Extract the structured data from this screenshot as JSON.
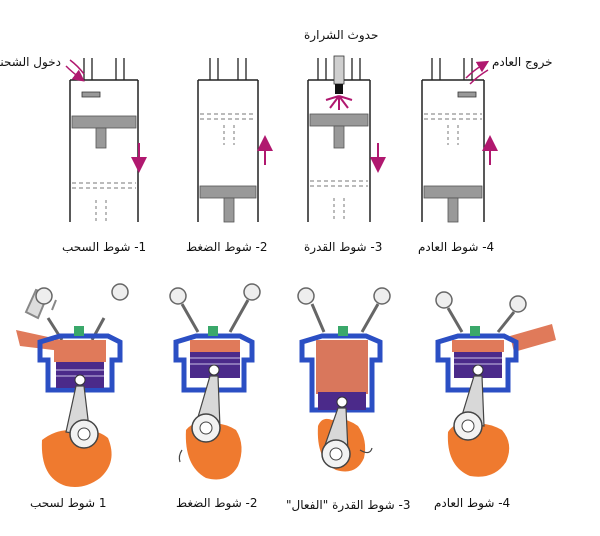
{
  "top_row": {
    "spark_label": "حدوث الشرارة",
    "intake_label": "دخول الشحنة",
    "exhaust_label": "خروج العادم",
    "strokes": [
      {
        "label": "1- شوط السحب"
      },
      {
        "label": "2- شوط الضغط"
      },
      {
        "label": "3- شوط القدرة"
      },
      {
        "label": "4- شوط العادم"
      }
    ]
  },
  "bottom_row": {
    "strokes": [
      {
        "label": "1  شوط لسحب"
      },
      {
        "label": "2- شوط الضغط"
      },
      {
        "label": "3- شوط القدرة \"الفعال\""
      },
      {
        "label": "4- شوط العادم"
      }
    ]
  },
  "colors": {
    "arrow": "#b0186f",
    "engine_blue": "#2b4fc4",
    "piston_purple": "#4b2a8a",
    "charge_orange": "#e07a5a",
    "crank_orange": "#ef7a2f"
  }
}
